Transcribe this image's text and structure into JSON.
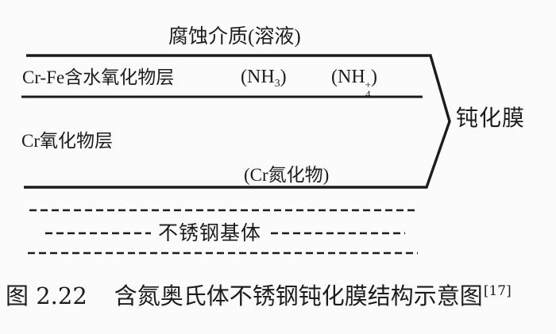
{
  "figure": {
    "title": "腐蚀介质(溶液)",
    "layers": {
      "hydrated_oxide": "Cr-Fe含水氧化物层",
      "cr_oxide": "Cr氧化物层",
      "substrate": "不锈钢基体"
    },
    "species": {
      "nh3": {
        "prefix": "(NH",
        "sub": "3",
        "suffix": ")"
      },
      "nh4": {
        "prefix": "(NH",
        "sup": "+",
        "sub": "4",
        "suffix": ")"
      },
      "cr_nitride": "(Cr氮化物)"
    },
    "brace_label": "钝化膜",
    "caption": {
      "figure_no": "图 2.22",
      "text": "含氮奥氏体不锈钢钝化膜结构示意图",
      "citation": "[17]"
    },
    "colors": {
      "ink": "#1c1c1c",
      "background": "#fbfbfb"
    }
  }
}
